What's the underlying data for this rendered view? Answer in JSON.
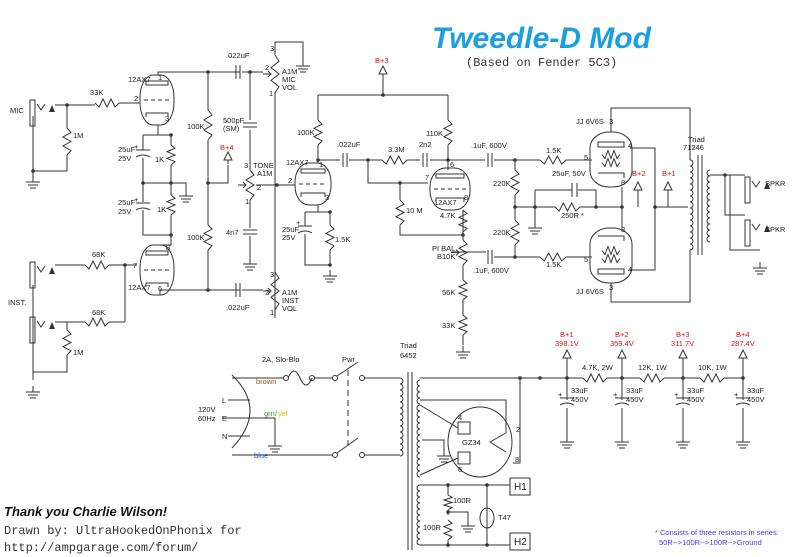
{
  "title": "Tweedle-D Mod",
  "subtitle": "(Based on Fender 5C3)",
  "credits": {
    "thanks": "Thank you Charlie Wilson!",
    "drawn_by": "Drawn by: UltraHookedOnPhonix for",
    "url": "http://ampgarage.com/forum/"
  },
  "note": {
    "line1": "* Consists of three resistors in series:",
    "line2": "50R-->100R-->100R-->Ground"
  },
  "colors": {
    "title": "#1a9fe0",
    "rail_labels": "#e01010",
    "note": "#5533dd",
    "brown": "#a0522d",
    "green": "#2e9b2e",
    "yellow": "#d4c400",
    "blue": "#1f5fd6"
  },
  "rails": [
    {
      "name": "B+1",
      "voltage": "398.1V"
    },
    {
      "name": "B+2",
      "voltage": "359.4V"
    },
    {
      "name": "B+3",
      "voltage": "311.7V"
    },
    {
      "name": "B+4",
      "voltage": "287.4V"
    }
  ],
  "labels": {
    "mic": "MIC",
    "inst": "INST.",
    "r33k": "33K",
    "r1m_a": "1M",
    "r1m_b": "1M",
    "r68k_a": "68K",
    "r68k_b": "68K",
    "v1a": "12AX7",
    "v1b": "12AX7",
    "v2a": "12AX7",
    "v2b": "12AX7",
    "c25_a": "25uF",
    "c25v_a": "25V",
    "c25_b": "25uF",
    "c25v_b": "25V",
    "c25_c": "25uF",
    "c25v_c": "25V",
    "r1k_a": "1K",
    "r1k_b": "1K",
    "r100k_a": "100K",
    "r100k_b": "100K",
    "r100k_c": "100K",
    "r110k": "110K",
    "c022_a": ".022uF",
    "c022_b": ".022uF",
    "c022_c": ".022uF",
    "pot_mic_1": "A1M",
    "pot_mic_2": "MIC",
    "pot_mic_3": "VOL",
    "pot_inst_1": "A1M",
    "pot_inst_2": "INST",
    "pot_inst_3": "VOL",
    "c500": "500pF",
    "c500_sm": "(SM)",
    "tone": "TONE",
    "tone_val": "A1M",
    "c4n7": "4n7",
    "r1k5_a": "1.5K",
    "r3m3": "3.3M",
    "c2n2": "2n2",
    "r10m": "10 M",
    "r4k7": "4.7K",
    "pibal": "PI BAL",
    "pibal_val": "B10K",
    "r56k": "56K",
    "r33k_b": "33K",
    "c1uf_a": ".1uF, 600V",
    "c1uf_b": ".1uF, 600V",
    "r220k_a": "220K",
    "r220k_b": "220K",
    "r1k5_b": "1.5K",
    "r1k5_c": "1.5K",
    "c25_50": "25uF, 50V",
    "r250": "250R *",
    "v3": "JJ 6V6S",
    "v4": "JJ 6V6S",
    "ot_1": "Triad",
    "ot_2": "71246",
    "spkr_a": "SPKR",
    "spkr_b": "SPKR",
    "fuse": "2A, Slo-Blo",
    "pwr": "Pwr",
    "pt_1": "Triad",
    "pt_2": "6452",
    "brown": "brown",
    "grn": "grn",
    "slash": "/",
    "yel": "yel",
    "blue": "blue",
    "L": "L",
    "E": "E",
    "N": "N",
    "mains_1": "120V",
    "mains_2": "60Hz",
    "gz34": "GZ34",
    "r100r_a": "100R",
    "r100r_b": "100R",
    "t47": "T47",
    "h1": "H1",
    "h2": "H2",
    "r4k7_2w": "4.7K, 2W",
    "r12k_1w": "12K, 1W",
    "r10k_1w": "10K, 1W",
    "c33_a": "33uF",
    "c33v_a": "450V",
    "c33_b": "33uF",
    "c33v_b": "450V",
    "c33_c": "33uF",
    "c33v_c": "450V",
    "c33_d": "33uF",
    "c33v_d": "450V"
  },
  "pins": {
    "p1": "1",
    "p2": "2",
    "p3": "3",
    "p4": "4",
    "p5": "5",
    "p6": "6",
    "p7": "7",
    "p8": "8"
  }
}
